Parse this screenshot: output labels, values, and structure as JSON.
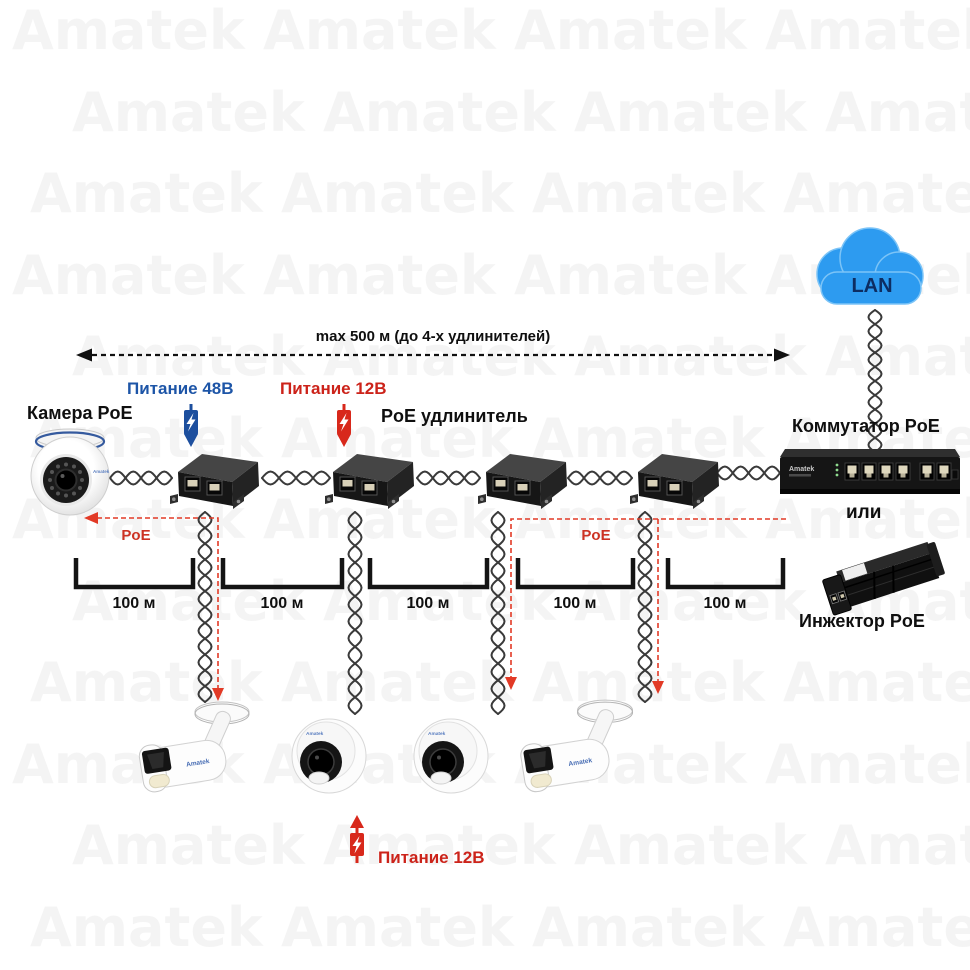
{
  "brand": "Amatek",
  "watermark_text": "Amatek",
  "cloud": {
    "label": "LAN"
  },
  "top_arrow": {
    "label": "max 500 м (до 4-х удлинителей)"
  },
  "power": {
    "v48_top": {
      "label": "Питание 48В"
    },
    "v12_top": {
      "label": "Питание 12В"
    },
    "v12_bottom": {
      "label": "Питание 12В"
    }
  },
  "devices": {
    "camera_poe": {
      "label": "Камера PoE"
    },
    "extender": {
      "label": "PoE удлинитель"
    },
    "switch": {
      "label": "Коммутатор PoE"
    },
    "injector": {
      "label": "Инжектор PoE"
    }
  },
  "or_label": "или",
  "poe_feed": {
    "left": "PoE",
    "right": "PoE"
  },
  "segments": [
    {
      "label": "100 м"
    },
    {
      "label": "100 м"
    },
    {
      "label": "100 м"
    },
    {
      "label": "100 м"
    },
    {
      "label": "100 м"
    }
  ],
  "colors": {
    "blue_text": "#1d55a7",
    "red_text": "#cc231a",
    "blue_bolt": "#1d4f9e",
    "red_bolt": "#d8281b",
    "red_dash": "#e23a26",
    "poe_red": "#cc3223",
    "cloud_fill": "#2d9bf0",
    "cloud_text": "#0d2d62"
  }
}
